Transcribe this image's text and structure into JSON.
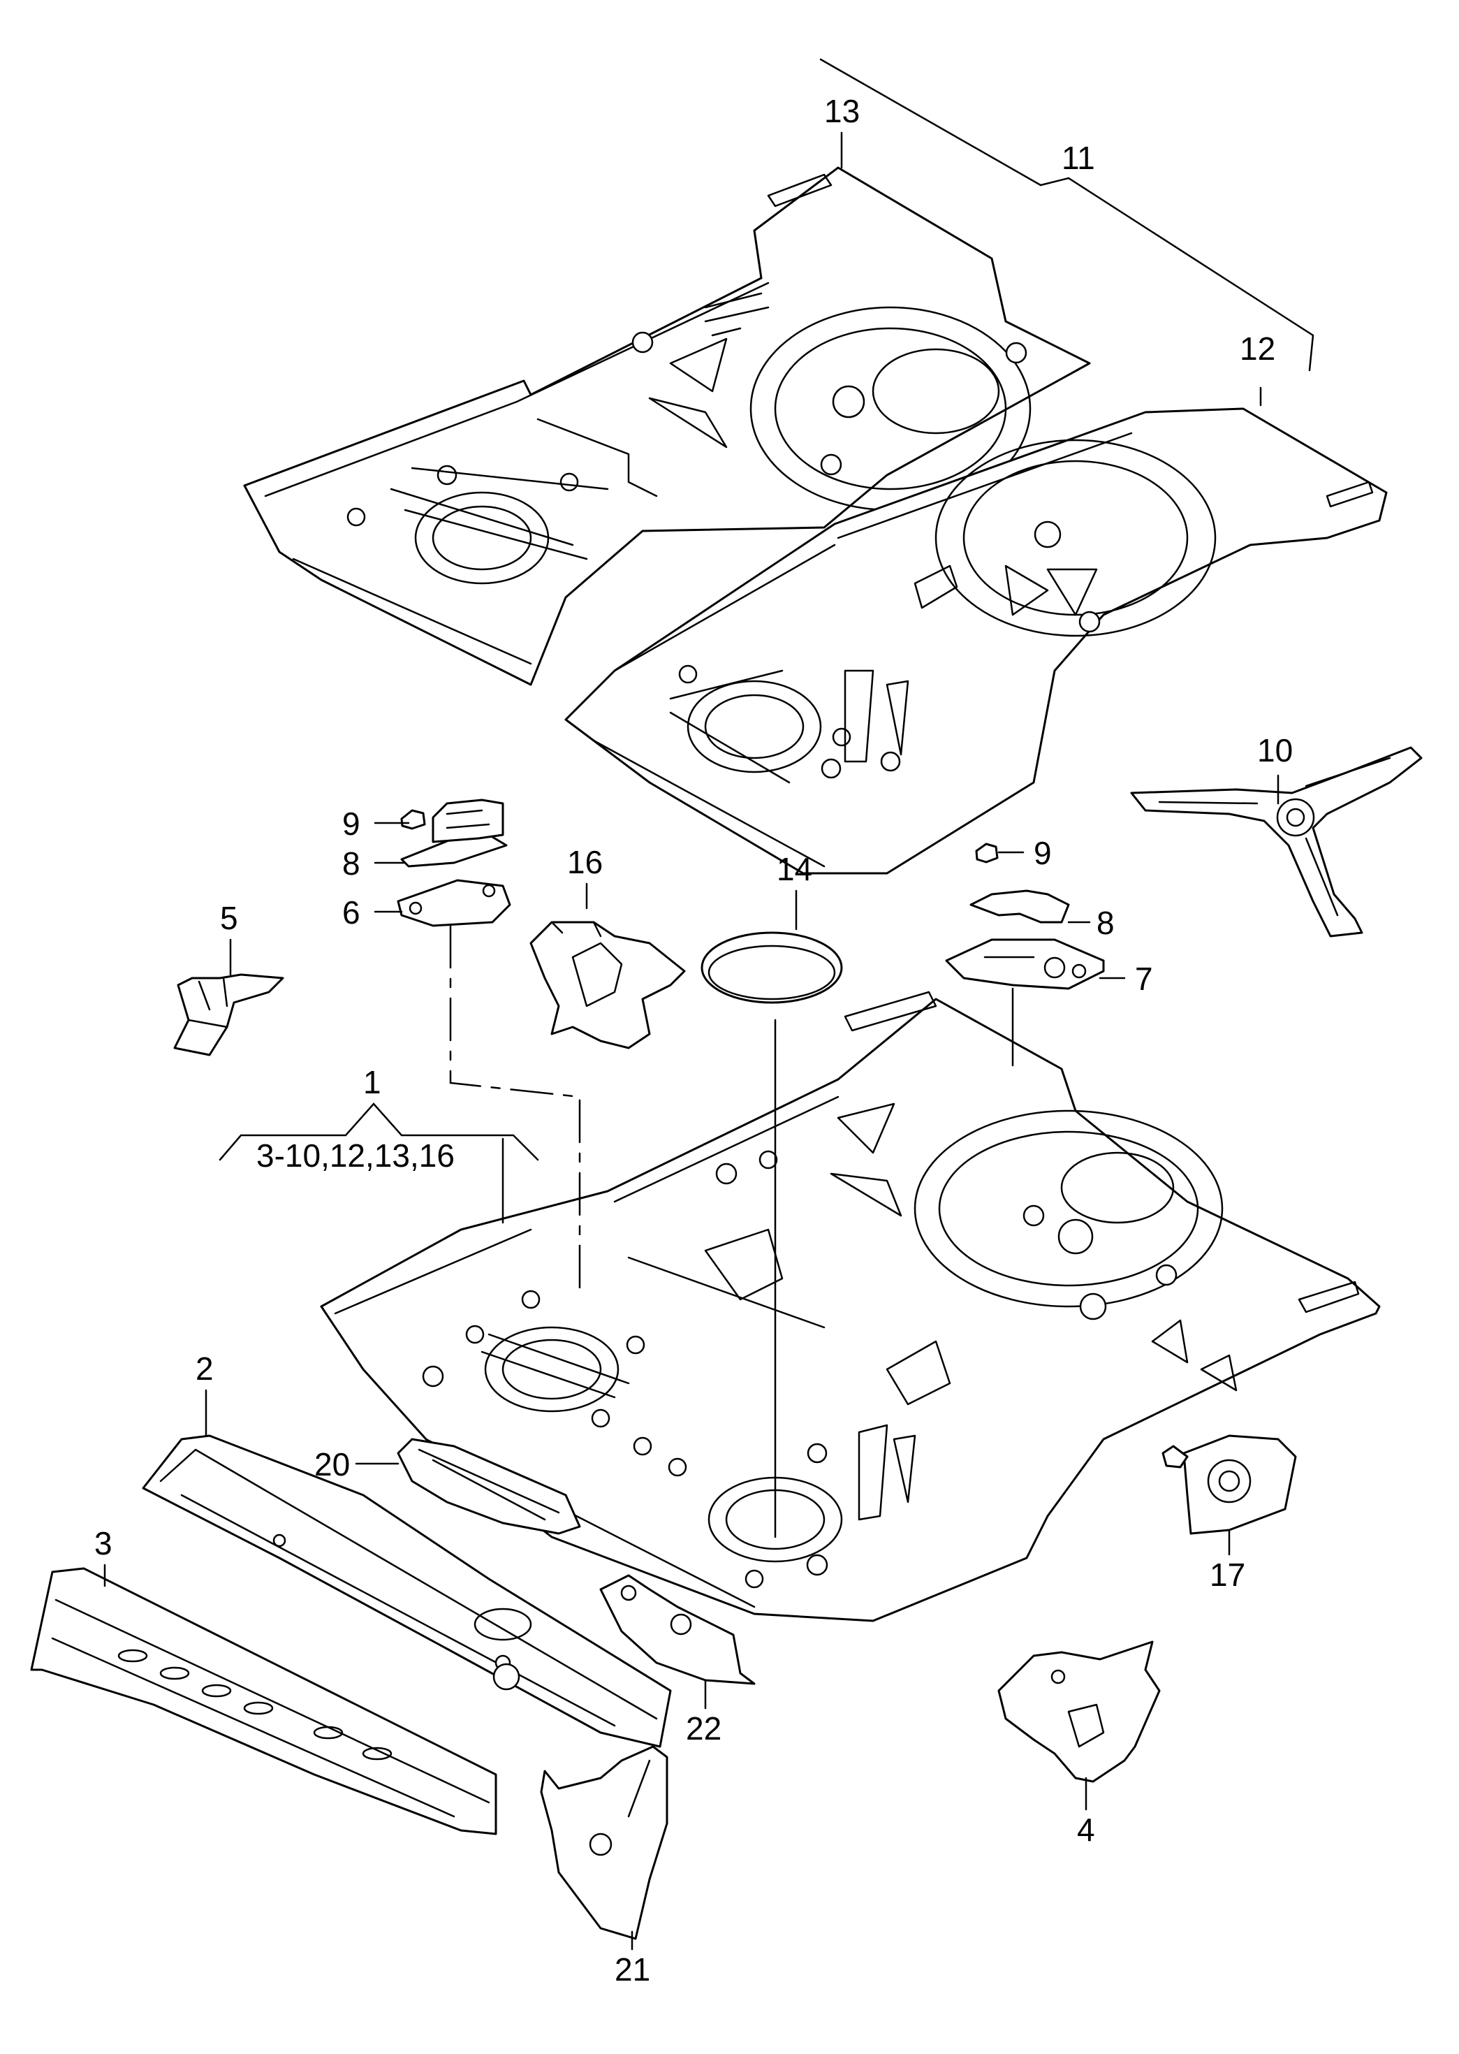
{
  "callouts": {
    "c1": "1",
    "c1_range": "3-10,12,13,16",
    "c2": "2",
    "c3": "3",
    "c4": "4",
    "c5": "5",
    "c6": "6",
    "c7": "7",
    "c8_left": "8",
    "c8_right": "8",
    "c9_left": "9",
    "c9_right": "9",
    "c10": "10",
    "c11": "11",
    "c12": "12",
    "c13": "13",
    "c14": "14",
    "c16": "16",
    "c17": "17",
    "c20": "20",
    "c21": "21",
    "c22": "22"
  }
}
